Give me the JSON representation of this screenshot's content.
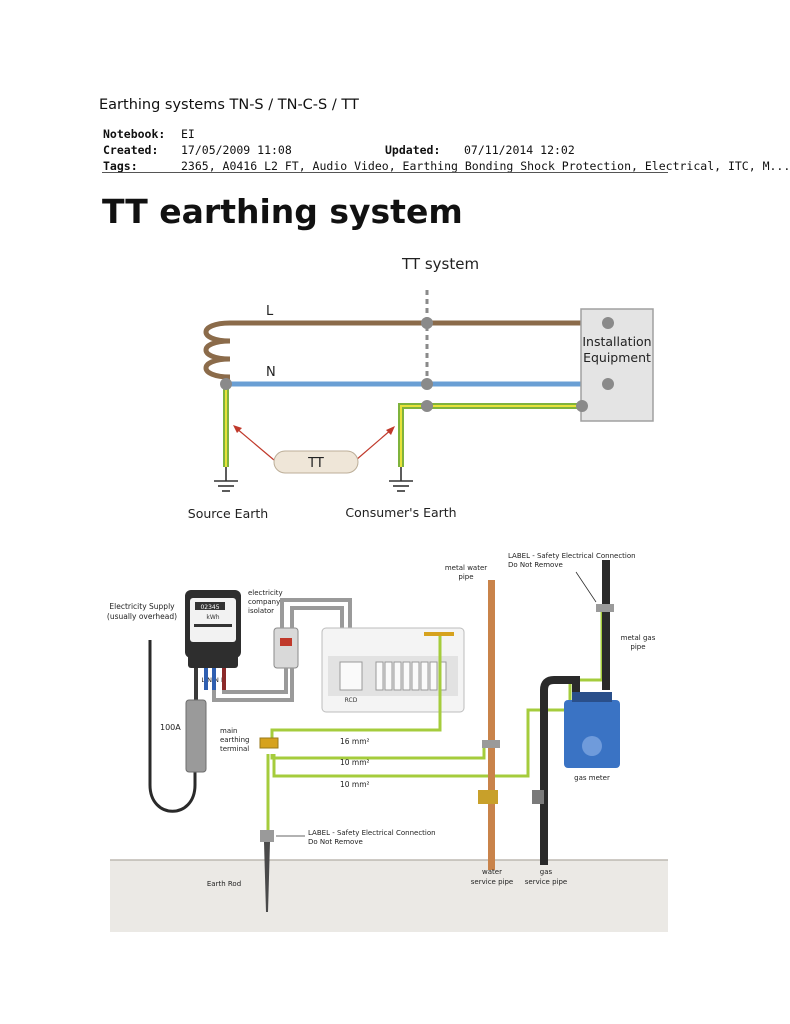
{
  "document": {
    "title": "Earthing systems TN-S / TN-C-S / TT",
    "meta": {
      "notebook_label": "Notebook:",
      "notebook_value": "EI",
      "created_label": "Created:",
      "created_value": "17/05/2009 11:08",
      "updated_label": "Updated:",
      "updated_value": "07/11/2014 12:02",
      "tags_label": "Tags:",
      "tags_value": "2365, A0416 L2 FT, Audio Video, Earthing Bonding Shock Protection, Electrical, ITC, M..."
    },
    "heading": "TT earthing system"
  },
  "tt_diagram": {
    "title": "TT system",
    "line_label": "L",
    "neutral_label": "N",
    "equipment_line1": "Installation",
    "equipment_line2": "Equipment",
    "tt_badge": "TT",
    "source_earth": "Source Earth",
    "consumer_earth": "Consumer's Earth",
    "colors": {
      "line": "#8b6b4a",
      "neutral": "#6a9fd4",
      "earth_yellow": "#e8e23a",
      "earth_green": "#7fb33c",
      "node": "#8a8a8a"
    }
  },
  "installation_diagram": {
    "electricity_supply": [
      "Electricity Supply",
      "(usually overhead)"
    ],
    "meter_reading": "02345",
    "meter_unit": "kWh",
    "meter_terminals": "L N N L",
    "isolator": [
      "electricity",
      "company",
      "isolator"
    ],
    "fuse_rating": "100A",
    "rcd": "RCD",
    "main_earthing_terminal": [
      "main",
      "earthing",
      "terminal"
    ],
    "conductor_16": "16 mm²",
    "conductor_10a": "10 mm²",
    "conductor_10b": "10 mm²",
    "metal_water_pipe": [
      "metal water",
      "pipe"
    ],
    "label_top": [
      "LABEL - Safety Electrical Connection",
      "Do Not Remove"
    ],
    "metal_gas_pipe": [
      "metal gas",
      "pipe"
    ],
    "gas_meter": "gas meter",
    "label_bottom": [
      "LABEL - Safety Electrical Connection",
      "Do Not Remove"
    ],
    "earth_rod": "Earth Rod",
    "water_service_pipe": [
      "water",
      "service pipe"
    ],
    "gas_service_pipe": [
      "gas",
      "service pipe"
    ]
  }
}
